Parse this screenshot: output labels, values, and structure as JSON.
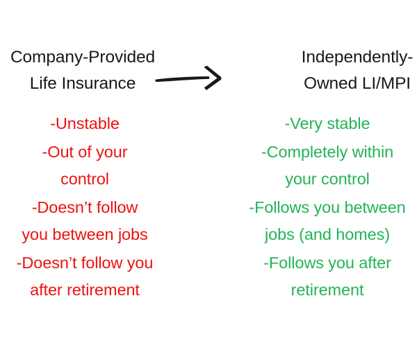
{
  "slide": {
    "background_color": "#ffffff",
    "columns": [
      {
        "side": "left",
        "heading": "Company-Provided\nLife Insurance",
        "text_color": "#ee1111",
        "bullets": [
          "-Unstable",
          "-Out of your\ncontrol",
          "-Doesn’t follow\nyou between jobs",
          "-Doesn’t follow you\nafter retirement"
        ]
      },
      {
        "side": "right",
        "heading": "Independently-\nOwned LI/MPI",
        "text_color": "#22b455",
        "bullets": [
          "-Very stable",
          "-Completely within\nyour control",
          "-Follows you between\njobs (and homes)",
          "-Follows you after\nretirement"
        ]
      }
    ],
    "connector": {
      "icon": "right-arrow-icon",
      "color": "#1a1a1a"
    }
  }
}
